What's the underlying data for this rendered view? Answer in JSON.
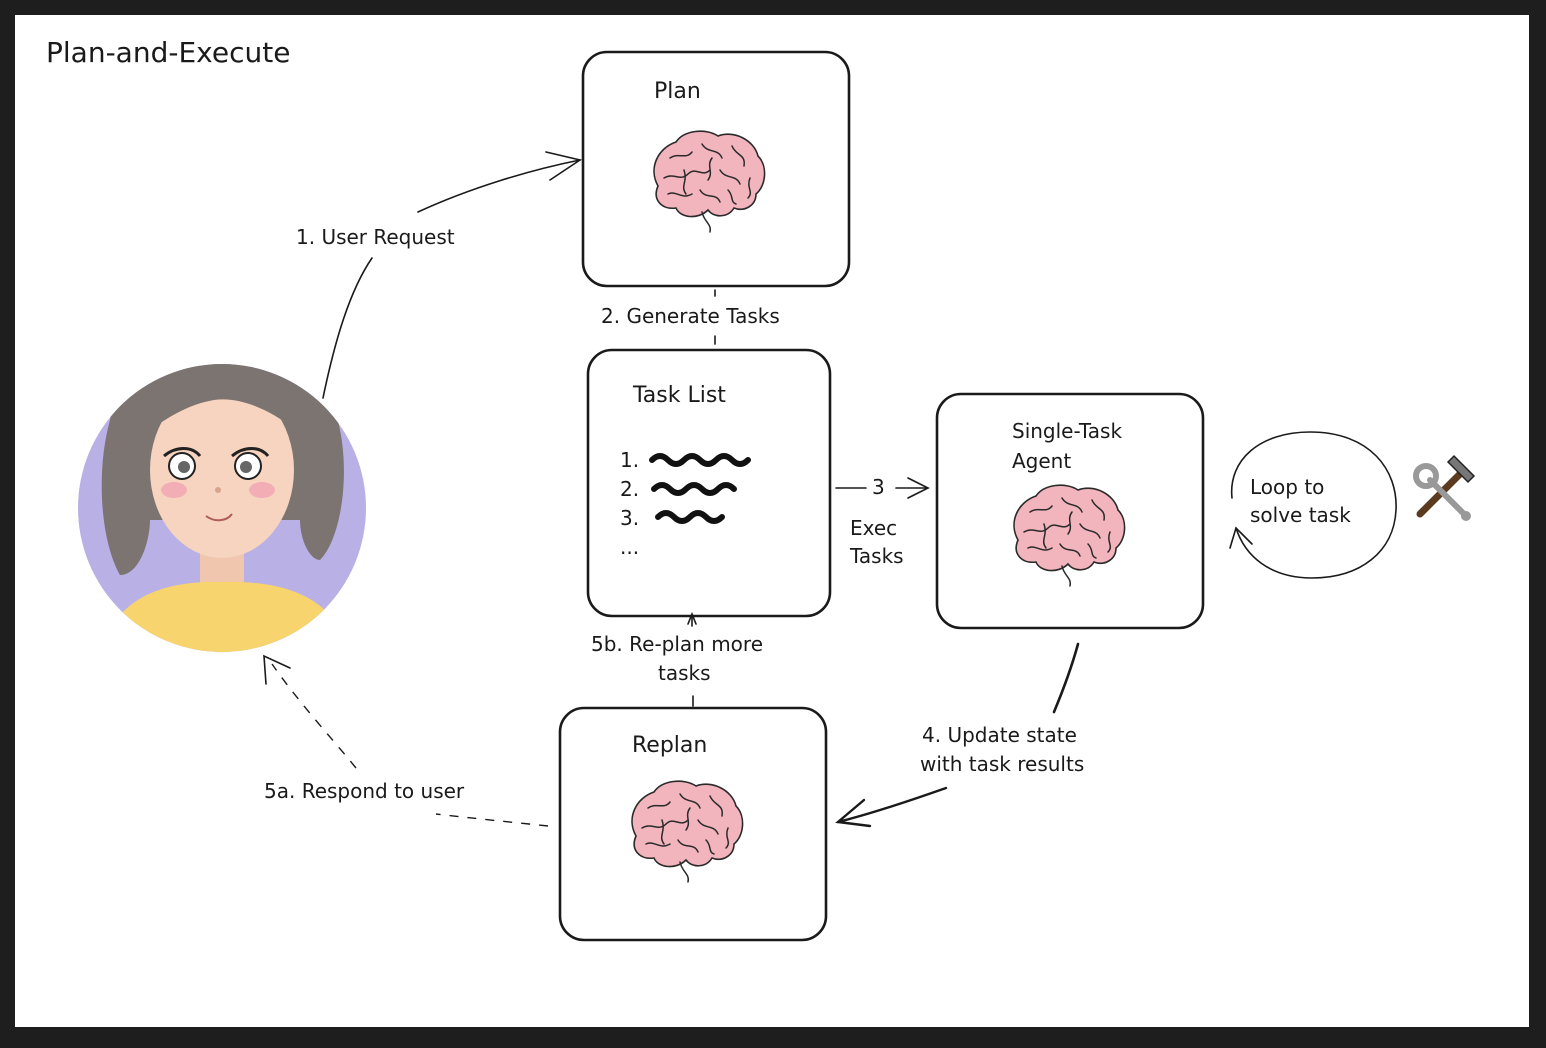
{
  "title": "Plan-and-Execute",
  "nodes": {
    "plan": "Plan",
    "task_list": "Task List",
    "single_task_agent": [
      "Single-Task",
      "Agent"
    ],
    "replan": "Replan"
  },
  "task_list_items": [
    "1.",
    "2.",
    "3.",
    "..."
  ],
  "edges": {
    "user_request": "1. User Request",
    "generate_tasks": "2. Generate Tasks",
    "exec_num": "3",
    "exec_tasks": [
      "Exec",
      "Tasks"
    ],
    "update_state": [
      "4. Update state",
      "with task results"
    ],
    "respond": "5a. Respond to user",
    "replan_more": [
      "5b. Re-plan more",
      "tasks"
    ],
    "loop": [
      "Loop to",
      "solve task"
    ]
  },
  "icons": {
    "brain": "brain-icon",
    "tools": "hammer-wrench-icon",
    "user": "user-avatar"
  },
  "colors": {
    "frame": "#1e1e1e",
    "canvas": "#ffffff",
    "brain": "#f2b4bd",
    "avatar_bg": "#b9b0e6",
    "hair": "#7b7470",
    "skin": "#f6d4bf",
    "shirt": "#f7d46d"
  }
}
